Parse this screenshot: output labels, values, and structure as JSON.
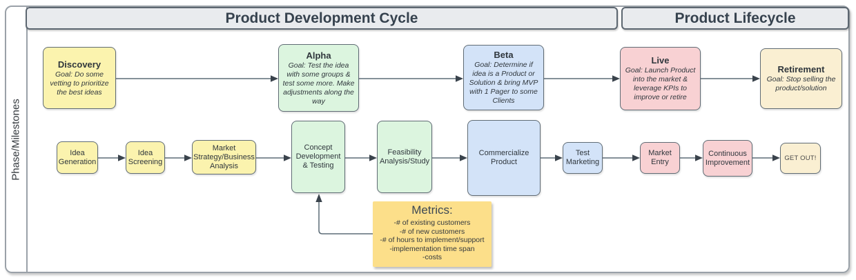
{
  "lane": {
    "label": "Phase/Milestones"
  },
  "headers": [
    {
      "label": "Product Development Cycle"
    },
    {
      "label": "Product Lifecycle"
    }
  ],
  "phases": [
    {
      "title": "Discovery",
      "goal": "Goal: Do some vetting to prioritize the best ideas"
    },
    {
      "title": "Alpha",
      "goal": "Goal: Test the idea with some groups & test some more. Make adjustments along the way"
    },
    {
      "title": "Beta",
      "goal": "Goal: Determine if idea is a Product or Solution & bring MVP with 1 Pager to some Clients"
    },
    {
      "title": "Live",
      "goal": "Goal: Launch Product into the market & leverage KPIs to improve or retire"
    },
    {
      "title": "Retirement",
      "goal": "Goal: Stop selling the product/solution"
    }
  ],
  "milestones": [
    {
      "label": "Idea Generation"
    },
    {
      "label": "Idea Screening"
    },
    {
      "label": "Market Strategy/Business Analysis"
    },
    {
      "label": "Concept Development & Testing"
    },
    {
      "label": "Feasibility Analysis/Study"
    },
    {
      "label": "Commercialize Product"
    },
    {
      "label": "Test Marketing"
    },
    {
      "label": "Market Entry"
    },
    {
      "label": "Continuous Improvement"
    },
    {
      "label": "GET OUT!"
    }
  ],
  "metrics": {
    "title": "Metrics:",
    "items": [
      "-# of existing customers",
      "-# of new customers",
      "-# of hours to implement/support",
      "-implementation time span",
      "-costs"
    ]
  },
  "colors": {
    "yellow": "#FBF3AE",
    "green": "#DCF5DF",
    "blue": "#D3E3F8",
    "pink": "#F8D1D3",
    "cream": "#FAEFD2",
    "gold": "#FCDF8A",
    "header_gray": "#E9EBEE",
    "border_dark": "#5F6B74",
    "line": "#5C6B76",
    "arrowhead": "#3A434C"
  }
}
